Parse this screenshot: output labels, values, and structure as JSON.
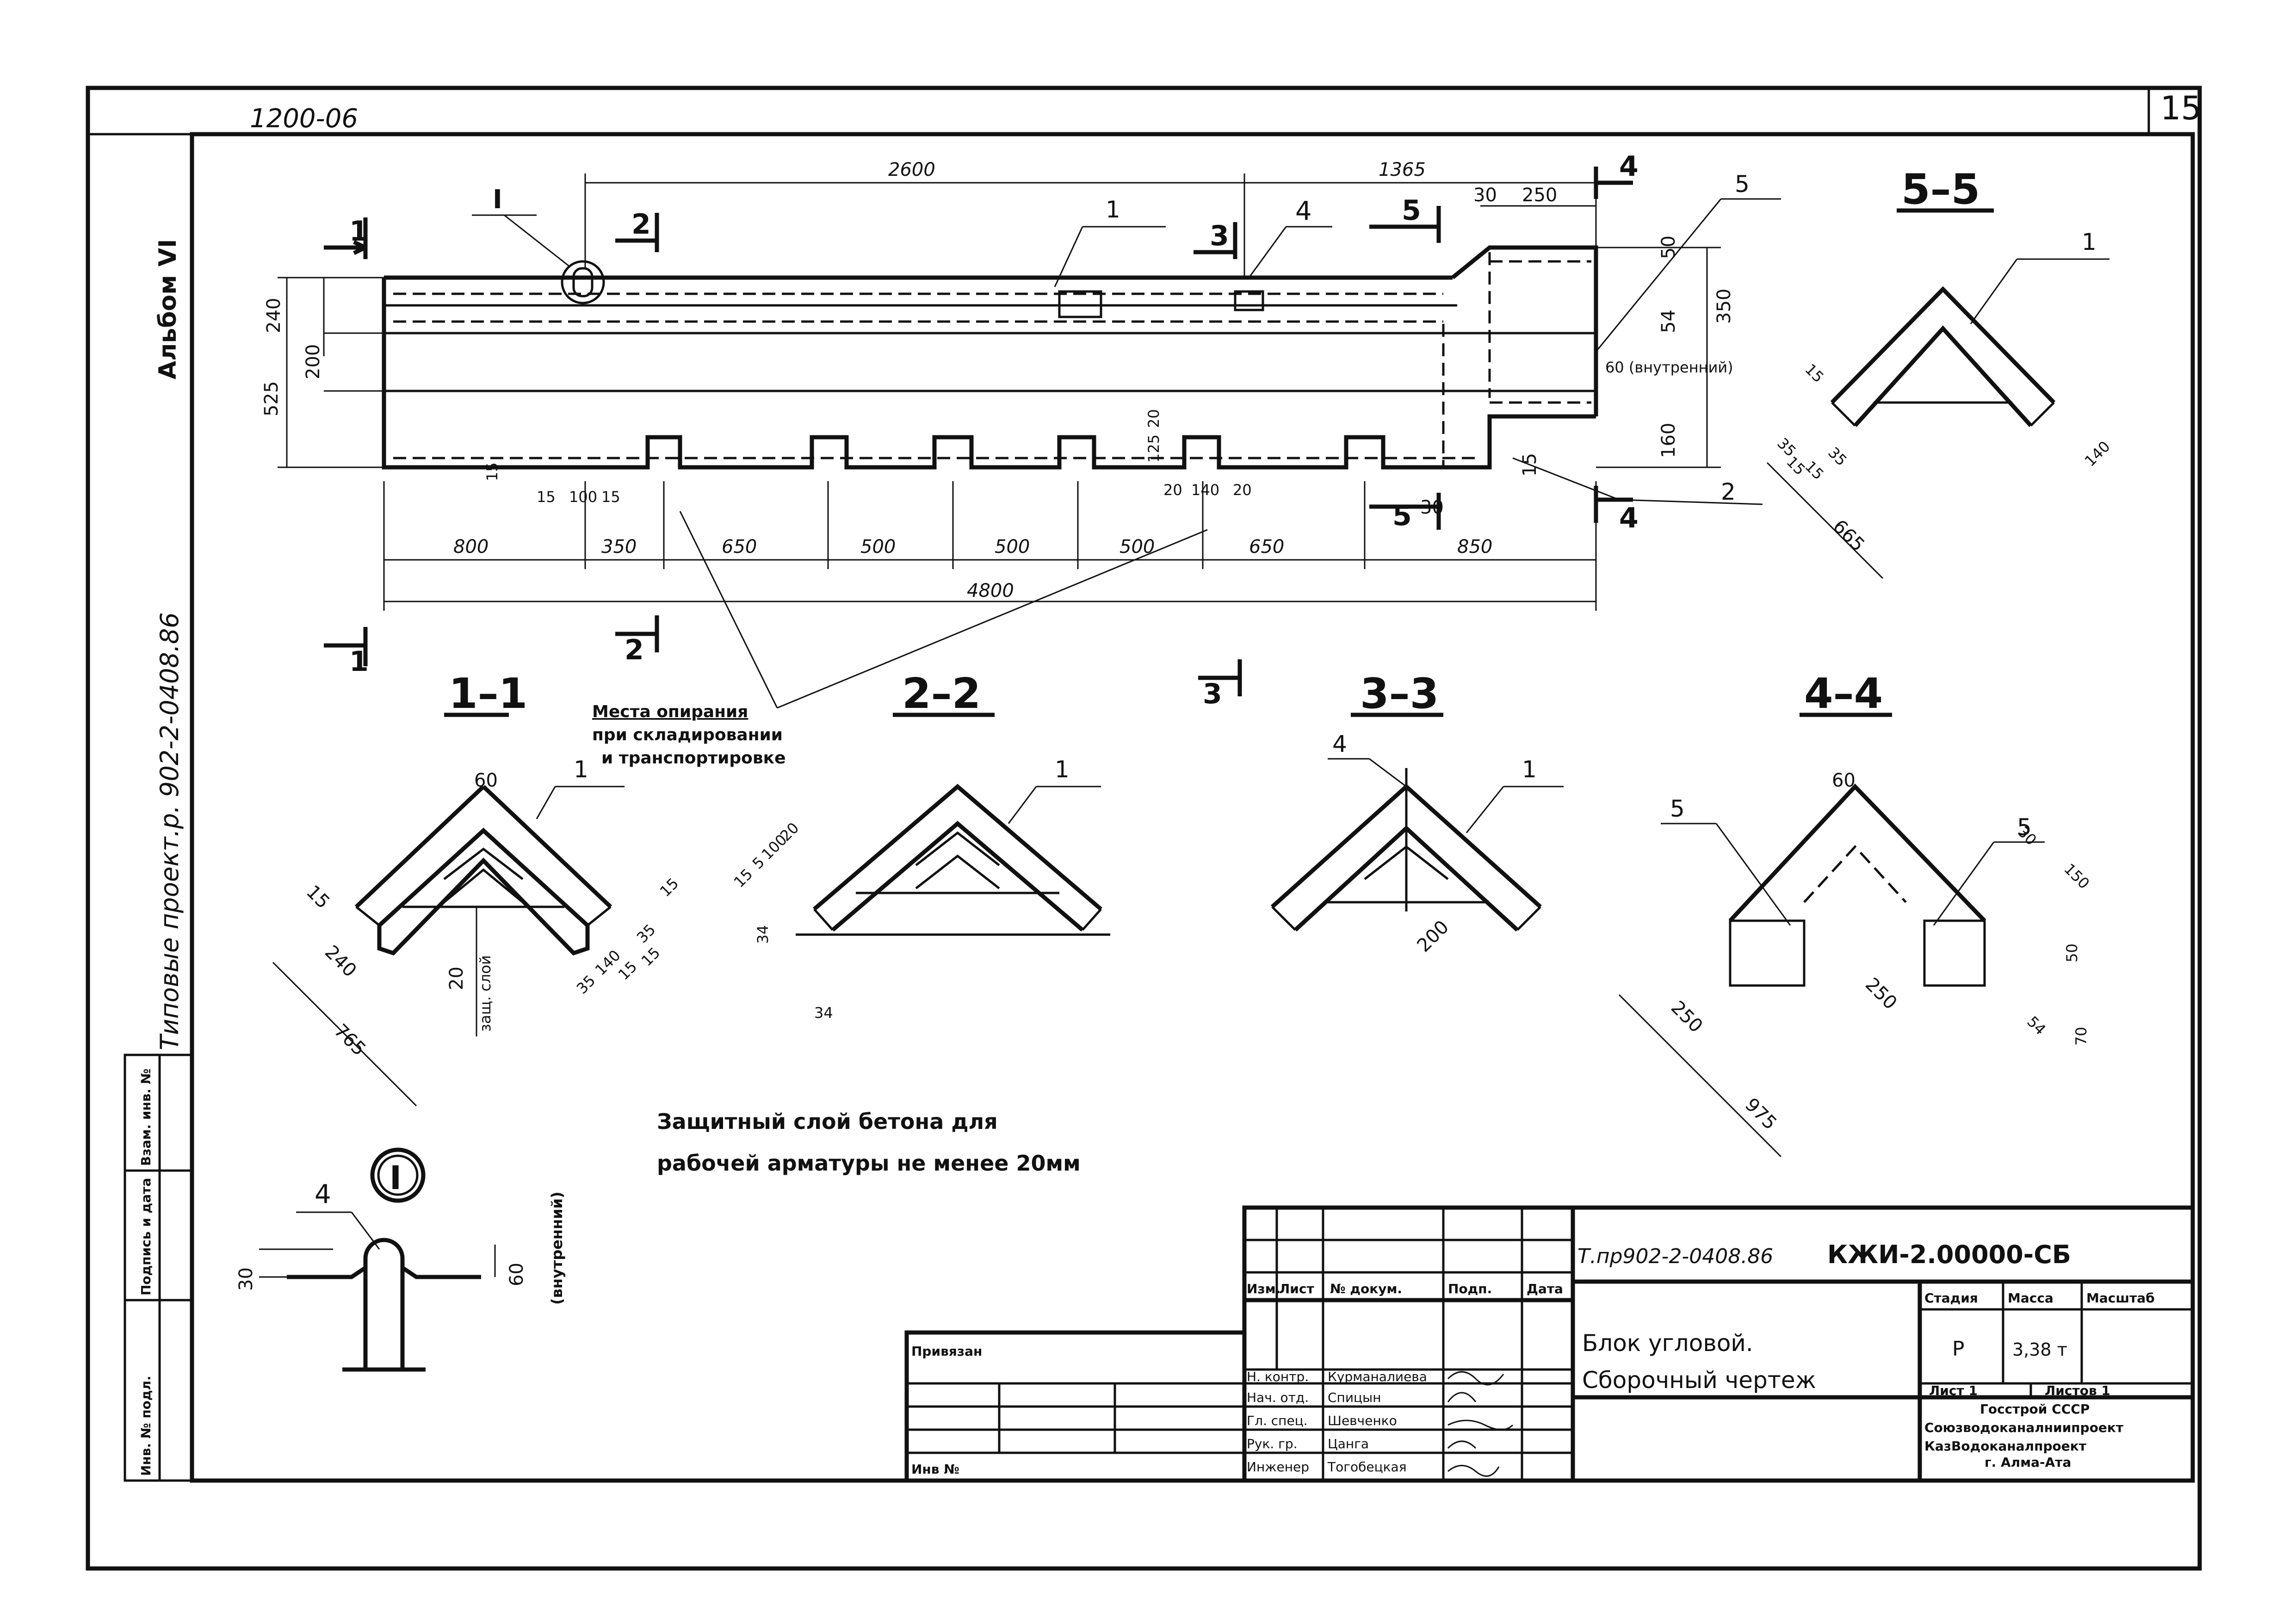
{
  "header": {
    "page_number": "15",
    "sheet_code": "1200-06"
  },
  "side_labels": {
    "album": "Альбом VI",
    "project": "Типовые проект.р. 902-2-0408.86",
    "column_labels": [
      "Инв. № подл.",
      "Подпись и дата",
      "Взам. инв. №"
    ],
    "cut_note": "60 (внутренний)"
  },
  "main_view": {
    "top_dims": [
      "2600",
      "1365"
    ],
    "right_top_dims": [
      "30",
      "250"
    ],
    "left_dims": [
      "240",
      "200",
      "525"
    ],
    "right_dims": [
      "50",
      "54",
      "350",
      "160",
      "15",
      "30"
    ],
    "inner_note": "60 (внутренний)",
    "notch_dims": [
      "15",
      "100",
      "15",
      "125",
      "20",
      "20",
      "140",
      "20",
      "15"
    ],
    "bottom_dims": [
      "800",
      "350",
      "650",
      "500",
      "500",
      "500",
      "650",
      "850"
    ],
    "total_length": "4800",
    "section_markers": [
      "1",
      "2",
      "3",
      "4",
      "5"
    ],
    "callouts": [
      "1",
      "2",
      "4",
      "5"
    ],
    "detail_marker": "I"
  },
  "support_note": [
    "Места опирания",
    "при складировании",
    "и транспортировке"
  ],
  "sections": {
    "s11": {
      "title": "1–1",
      "dims": [
        "60",
        "15",
        "240",
        "765",
        "20",
        "защ. слой",
        "35",
        "140",
        "15",
        "35",
        "15",
        "15"
      ],
      "callout": "1"
    },
    "s22": {
      "title": "2–2",
      "dims": [
        "15",
        "5",
        "100",
        "20",
        "34",
        "34"
      ],
      "callout": "1"
    },
    "s33": {
      "title": "3–3",
      "dims": [
        "200"
      ],
      "callouts": [
        "4",
        "1"
      ]
    },
    "s44": {
      "title": "4–4",
      "dims": [
        "60",
        "250",
        "250",
        "975",
        "30",
        "150",
        "50",
        "54",
        "70"
      ],
      "callouts": [
        "5",
        "5"
      ]
    },
    "s55": {
      "title": "5–5",
      "dims": [
        "15",
        "35",
        "15",
        "15",
        "35",
        "665",
        "140"
      ],
      "callout": "1"
    }
  },
  "concrete_note": [
    "Защитный слой бетона для",
    "рабочей арматуры не менее 20мм"
  ],
  "detail_I": {
    "marker": "I",
    "callout": "4",
    "dims": [
      "30",
      "60"
    ],
    "note": "(внутренний)"
  },
  "title_block": {
    "doc_number": "Т.пр902-2-0408.86",
    "code": "КЖИ-2.00000-СБ",
    "headers": [
      "Изм.",
      "Лист",
      "№ докум.",
      "Подп.",
      "Дата"
    ],
    "roles": [
      "Н. контр.",
      "Нач. отд.",
      "Гл. спец.",
      "Рук. гр.",
      "Инженер"
    ],
    "names": [
      "Курманалиева",
      "Спицын",
      "Шевченко",
      "Цанга",
      "Тогобецкая"
    ],
    "privyazan": "Привязан",
    "inv": "Инв №",
    "title_line1": "Блок угловой.",
    "title_line2": "Сборочный чертеж",
    "stage_labels": [
      "Стадия",
      "Масса",
      "Масштаб"
    ],
    "stage_values": [
      "Р",
      "3,38 т",
      ""
    ],
    "sheet_labels": [
      "Лист 1",
      "Листов 1"
    ],
    "org": [
      "Госстрой СССР",
      "Союзводоканалниипроект",
      "КазВодоканалпроект",
      "г. Алма-Ата"
    ]
  }
}
